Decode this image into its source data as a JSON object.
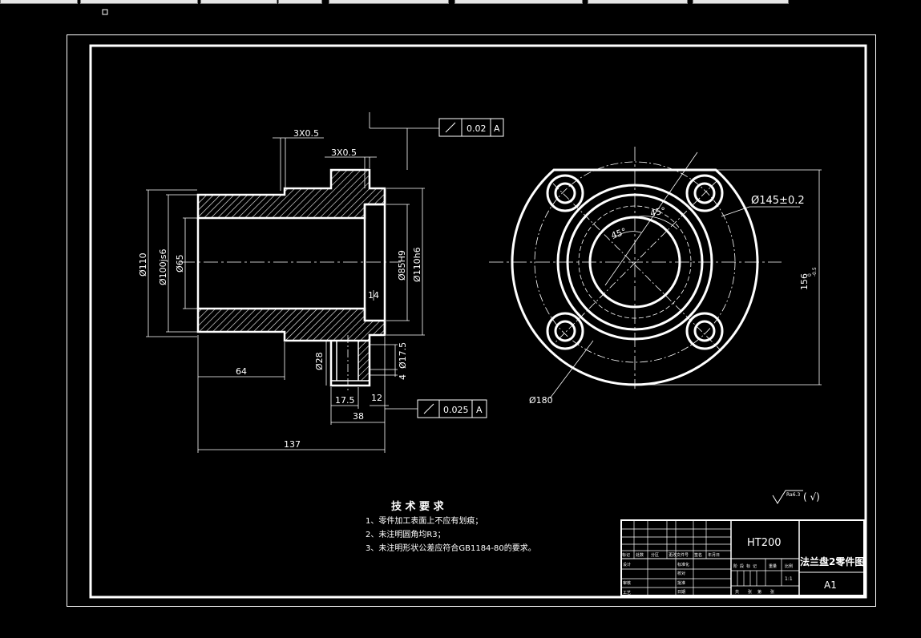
{
  "toolbar": {
    "field_count": 8
  },
  "drawing": {
    "dims": {
      "chamfer1": "3X0.5",
      "chamfer2": "3X0.5",
      "d110": "Ø110",
      "d100js6": "Ø100js6",
      "d65": "Ø65",
      "d85H9": "Ø85H9",
      "d110h6": "Ø110h6",
      "d28": "Ø28",
      "d17_5": "Ø17.5",
      "dim4": "4",
      "dim14": "14",
      "dim64": "64",
      "dim17_5": "17.5",
      "dim12": "12",
      "dim38": "38",
      "dim137": "137",
      "d145": "Ø145±0.2",
      "d180": "Ø180",
      "dim156": "156",
      "dim156_tol_upper": "0",
      "dim156_tol_lower": "-0.5",
      "angle1": "45°",
      "angle2": "45°"
    },
    "tolerances": [
      {
        "value": "0.02",
        "datum": "A"
      },
      {
        "value": "0.025",
        "datum": "A"
      }
    ],
    "roughness": {
      "value": "Ra6.3",
      "rest": "( √)"
    },
    "requirements": {
      "title": "技 术 要 求",
      "items": [
        "1、零件加工表面上不应有划痕；",
        "2、未注明圆角均R3；",
        "3、未注明形状公差应符合GB1184-80的要求。"
      ]
    },
    "titleblock": {
      "material": "HT200",
      "name": "法兰盘2零件图",
      "sheet": "A1",
      "scale": "1:1",
      "header": [
        "标记",
        "处数",
        "分区",
        "更改文件号",
        "签名",
        "年月日"
      ],
      "roles": [
        "设计",
        "审核",
        "工艺"
      ],
      "roles2": [
        "标准化",
        "批准"
      ],
      "roles3": [
        "校对",
        "审定",
        "日期"
      ],
      "stage": [
        "阶",
        "段",
        "标",
        "记"
      ],
      "weight": "重量",
      "ratio": "比例",
      "sheets": [
        "共",
        "张",
        "第",
        "张"
      ]
    }
  }
}
